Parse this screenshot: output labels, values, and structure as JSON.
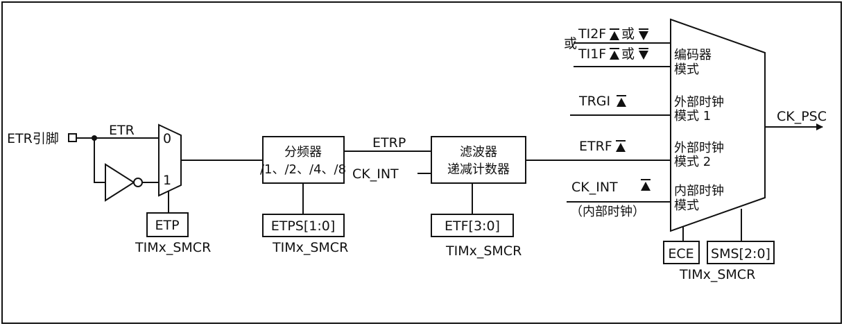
{
  "etr_pin": "ETR引脚",
  "etr": "ETR",
  "mux": {
    "in0": "0",
    "in1": "1"
  },
  "etp": "ETP",
  "smcr": "TIMx_SMCR",
  "prescaler": {
    "line1": "分频器",
    "line2": "/1、/2、/4、/8"
  },
  "etps": "ETPS[1:0]",
  "etrp": "ETRP",
  "ck_int": "CK_INT",
  "filter": {
    "line1": "滤波器",
    "line2": "递减计数器"
  },
  "etf": "ETF[3:0]",
  "mode_inputs": {
    "or_label": "或",
    "ti2f": "TI2F",
    "ti1f": "TI1F",
    "or_word": "或",
    "trgi": "TRGI",
    "etrf": "ETRF",
    "ck_int": "CK_INT",
    "ck_int_note": "（内部时钟）"
  },
  "selector": {
    "encoder": [
      "编码器",
      "模式"
    ],
    "ext1": [
      "外部时钟",
      "模式 1"
    ],
    "ext2": [
      "外部时钟",
      "模式 2"
    ],
    "internal": [
      "内部时钟",
      "模式"
    ]
  },
  "ece": "ECE",
  "sms": "SMS[2:0]",
  "output": "CK_PSC"
}
